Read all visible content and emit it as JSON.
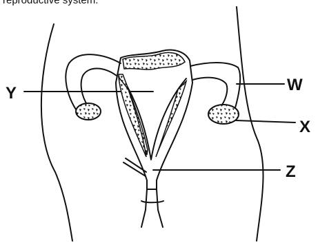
{
  "caption": "reproductive system.",
  "labels": {
    "W": "W",
    "X": "X",
    "Y": "Y",
    "Z": "Z"
  },
  "colors": {
    "ink": "#111111",
    "background": "#ffffff"
  }
}
